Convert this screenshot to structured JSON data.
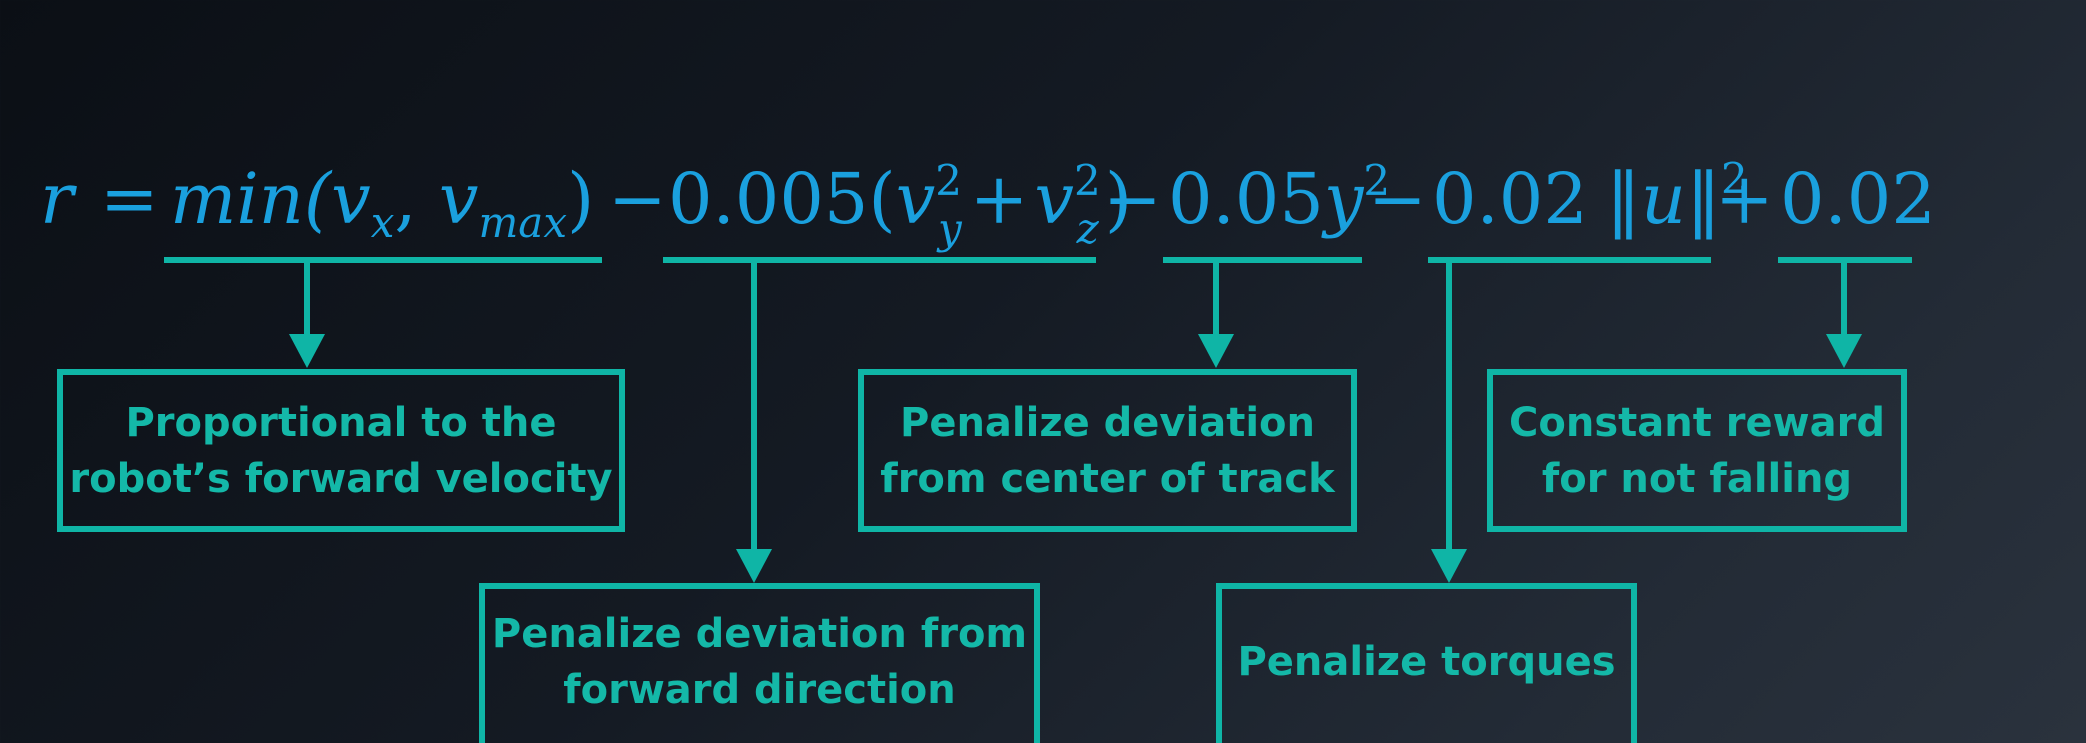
{
  "formula": {
    "r": "r",
    "eq": "=",
    "min_open": "min(",
    "vx_v": "v",
    "vx_sub": "x",
    "comma": ", ",
    "vmax_v": "v",
    "vmax_sub": "max",
    "min_close": ")",
    "minus1": "−",
    "coef1": "0.005(",
    "vy_v": "v",
    "vy_sup": "2",
    "vy_sub": "y",
    "plus1": "+",
    "vz_v": "v",
    "vz_sup": "2",
    "vz_sub": "z",
    "close1": ")",
    "minus2": "−",
    "coef2": "0.05",
    "y_var": "y",
    "y_sup": "2",
    "minus3": "−",
    "coef3": "0.02",
    "norm_open": "‖",
    "u_var": "u",
    "norm_close": "‖",
    "u_sup": "2",
    "plus2": "+",
    "const": "0.02"
  },
  "annotations": {
    "velocity": "Proportional to the\nrobot’s forward velocity",
    "track": "Penalize deviation\nfrom center of track",
    "falling": "Constant reward\nfor not falling",
    "forward": "Penalize deviation from\nforward direction",
    "torques": "Penalize torques"
  },
  "colors": {
    "formula": "#1aa0de",
    "annotation": "#0fb5a6",
    "background_dark": "#0b0f15",
    "background_light": "#2a323d"
  }
}
